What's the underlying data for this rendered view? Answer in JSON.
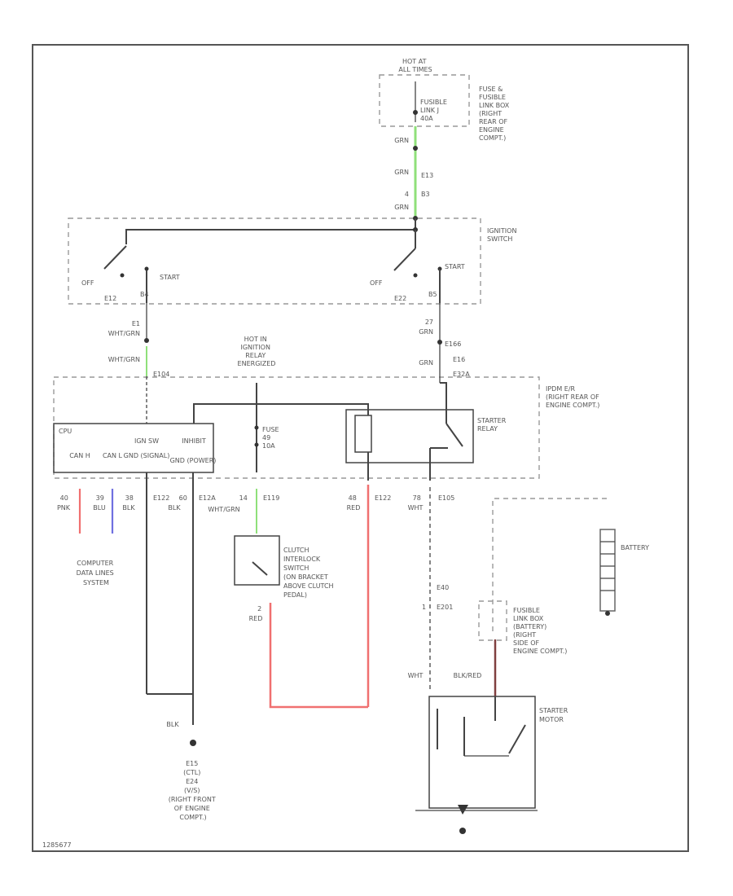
{
  "colors": {
    "green": "#8fe07a",
    "red": "#f07070",
    "blue": "#7070e0",
    "maroon": "#804040",
    "wire": "#444444"
  },
  "labels": {
    "hot_at_all_times": [
      "HOT AT",
      "ALL TIMES"
    ],
    "fuse_link": [
      "FUSIBLE",
      "LINK J",
      "40A"
    ],
    "fuse_box_top": [
      "FUSE &",
      "FUSIBLE",
      "LINK BOX",
      "(RIGHT",
      "REAR OF",
      "ENGINE",
      "COMPT.)"
    ],
    "w_grn1": "GRN",
    "w_grn2": "GRN",
    "c_e13": "E13",
    "c_4": "4",
    "c_b3": "B3",
    "w_grn3": "GRN",
    "ignition_switch": [
      "IGNITION",
      "SWITCH"
    ],
    "off_left": "OFF",
    "start_left": "START",
    "c_e12": "E12",
    "c_b4": "B4",
    "off_right": "OFF",
    "start_right": "START",
    "c_e22": "E22",
    "c_b5": "B5",
    "c_e1_top": "E1",
    "w_whtgrn1": "WHT/GRN",
    "w_whtgrn2": "WHT/GRN",
    "c_e104": "E104",
    "c_27": "27",
    "w_grn4": "GRN",
    "c_e166": "E166",
    "w_grn5": "GRN",
    "c_e16": "E16",
    "c_e32a": "E32A",
    "hot_ign_relay": [
      "HOT IN",
      "IGNITION",
      "RELAY",
      "ENERGIZED"
    ],
    "ipdm": [
      "IPDM E/R",
      "(RIGHT REAR OF",
      "ENGINE COMPT.)"
    ],
    "cpu": "CPU",
    "ign_sw": "IGN SW",
    "inhibit": "INHIBIT",
    "can_h": "CAN H",
    "can_l": "CAN L",
    "gnd_signal": "GND (SIGNAL)",
    "gnd_power": "GND (POWER)",
    "fuse_49": [
      "FUSE",
      "49",
      "10A"
    ],
    "starter_relay": [
      "STARTER",
      "RELAY"
    ],
    "w_pnk": [
      "40",
      "PNK"
    ],
    "w_blu": [
      "39",
      "BLU"
    ],
    "w_blk1": [
      "38",
      "BLK"
    ],
    "c_e122": "E122",
    "w_blk2": [
      "60",
      "BLK"
    ],
    "c_e12a": "E12A",
    "w_whtgrn3": [
      "14",
      "WHT/GRN"
    ],
    "c_e119": "E119",
    "w_red1": [
      "48",
      "RED"
    ],
    "c_e122b": "E122",
    "w_wht1": [
      "78",
      "WHT"
    ],
    "c_e105": "E105",
    "computer_data": [
      "COMPUTER",
      "DATA LINES",
      "SYSTEM"
    ],
    "clutch_switch": [
      "CLUTCH",
      "INTERLOCK",
      "SWITCH",
      "(ON BRACKET",
      "ABOVE CLUTCH",
      "PEDAL)"
    ],
    "w_red2": [
      "2",
      "RED"
    ],
    "battery": "BATTERY",
    "c_e40": "E40",
    "c_e201": "E201",
    "c_1": "1",
    "fuse_battery": [
      "FUSIBLE",
      "LINK BOX",
      "(BATTERY)",
      "(RIGHT",
      "SIDE OF",
      "ENGINE COMPT.)"
    ],
    "w_wht2": "WHT",
    "w_blkred": "BLK/RED",
    "starter_motor": [
      "STARTER",
      "MOTOR"
    ],
    "w_blk3": "BLK",
    "ground": [
      "E15",
      "(CTL)",
      "E24",
      "(V/S)",
      "(RIGHT FRONT",
      "OF ENGINE",
      "COMPT.)"
    ],
    "figure_id": "1285677"
  }
}
